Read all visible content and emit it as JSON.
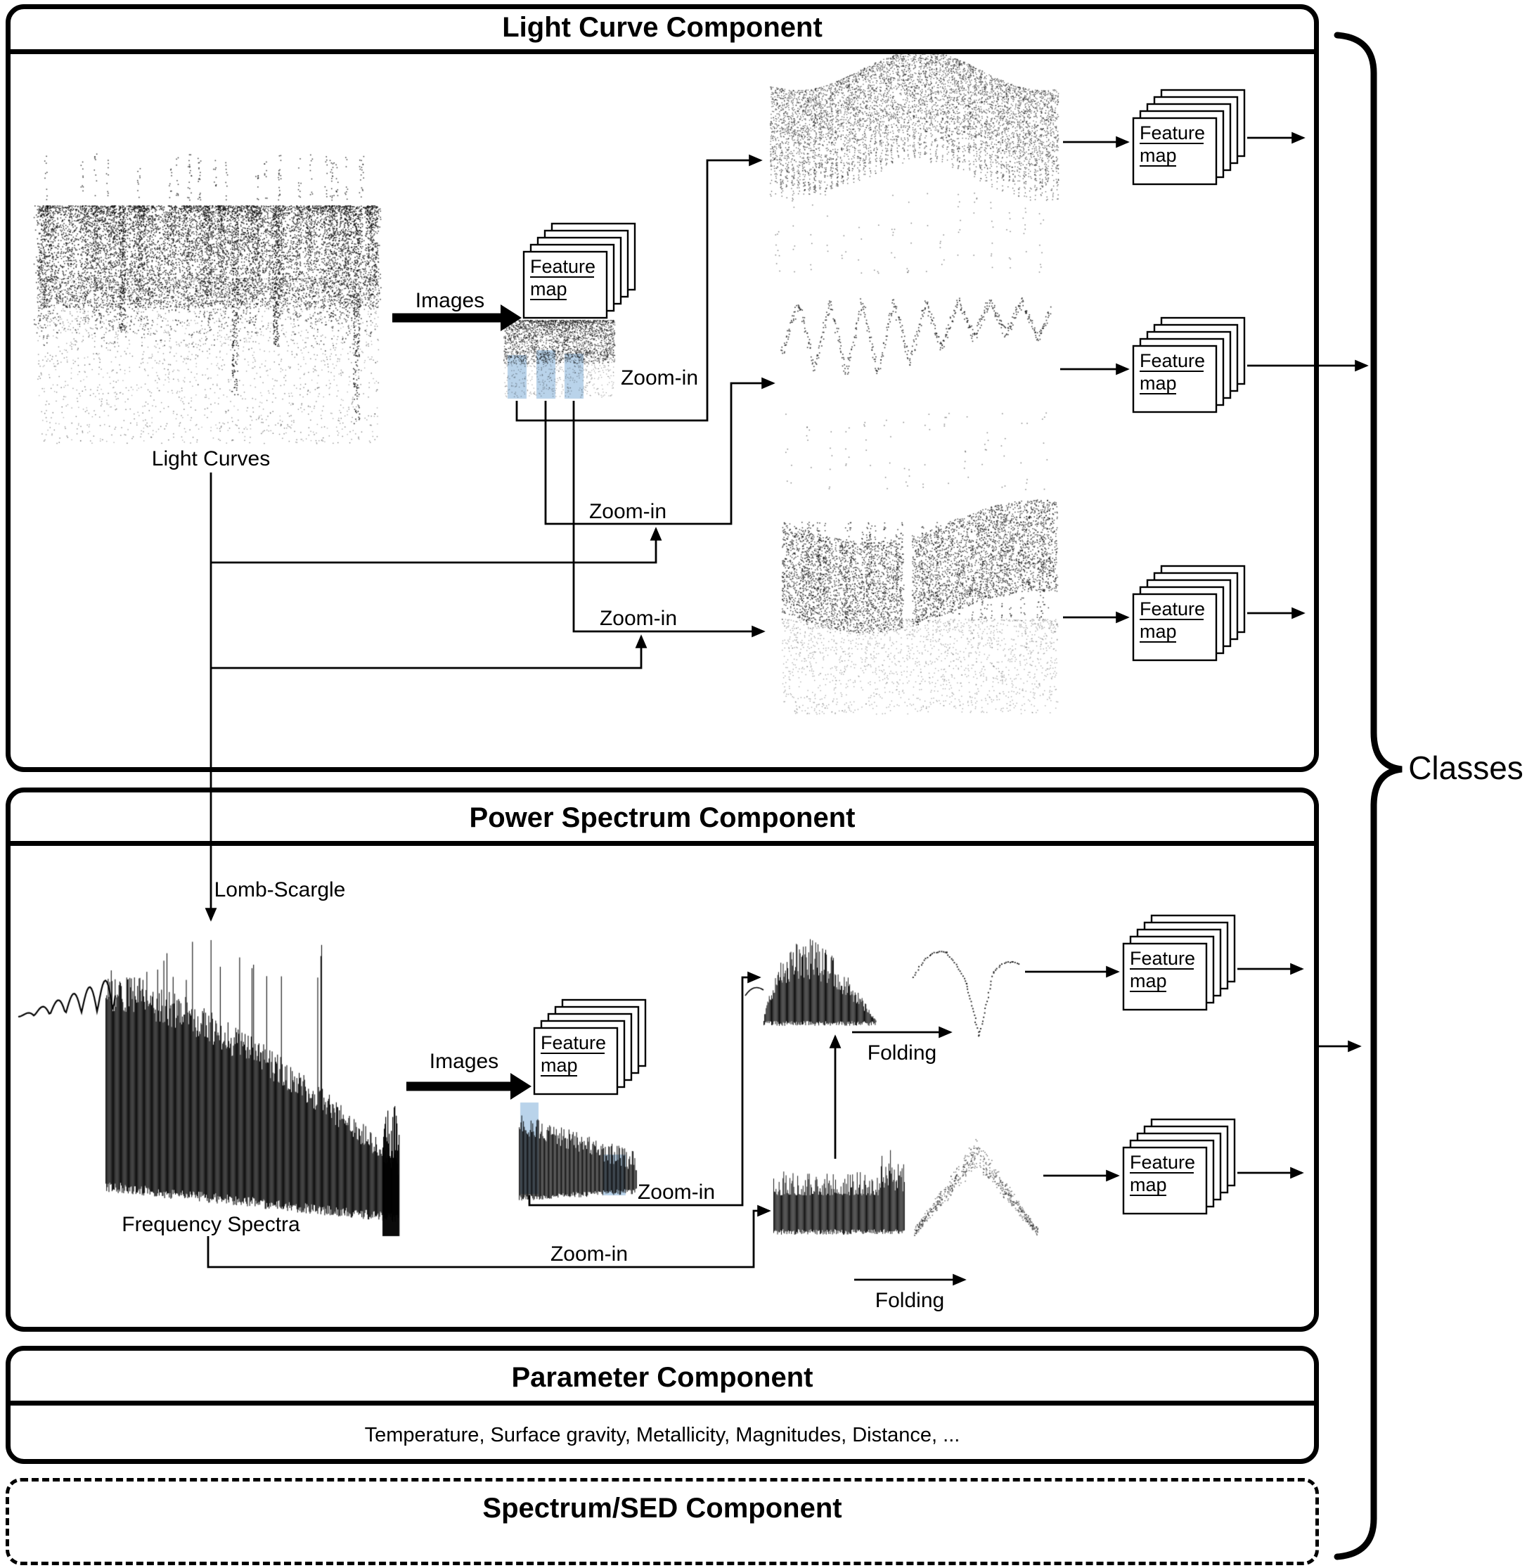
{
  "diagram": {
    "components": {
      "light_curve": {
        "title": "Light Curve Component"
      },
      "power_spectrum": {
        "title": "Power Spectrum Component"
      },
      "parameter": {
        "title": "Parameter Component",
        "content": "Temperature, Surface gravity, Metallicity, Magnitudes, Distance, ..."
      },
      "spectrum_sed": {
        "title": "Spectrum/SED Component"
      }
    },
    "labels": {
      "light_curves": "Light Curves",
      "images": "Images",
      "zoom_in": "Zoom-in",
      "lomb_scargle": "Lomb-Scargle",
      "frequency_spectra": "Frequency Spectra",
      "folding": "Folding",
      "classes": "Classes",
      "feature_map_lines": [
        "Feature",
        "map"
      ]
    },
    "colors": {
      "ink": "#000000",
      "highlight": "#b9d3ea",
      "background": "#ffffff"
    }
  }
}
